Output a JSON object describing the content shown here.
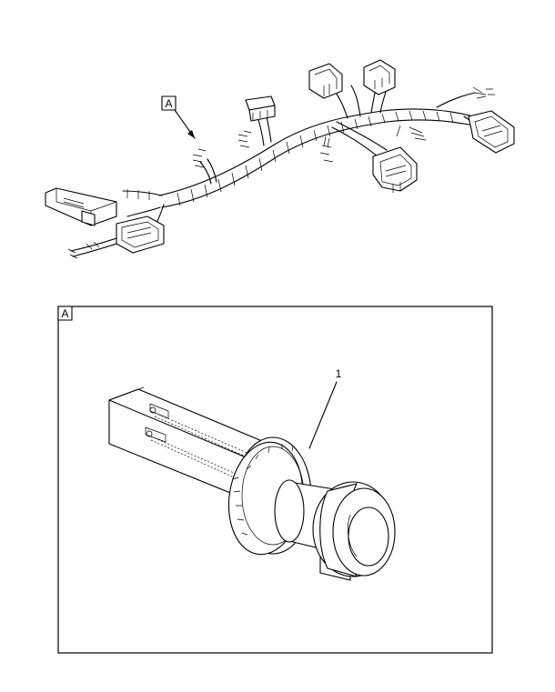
{
  "callouts": {
    "view_ref": "A",
    "detail_label": "A",
    "item_1": "1"
  }
}
